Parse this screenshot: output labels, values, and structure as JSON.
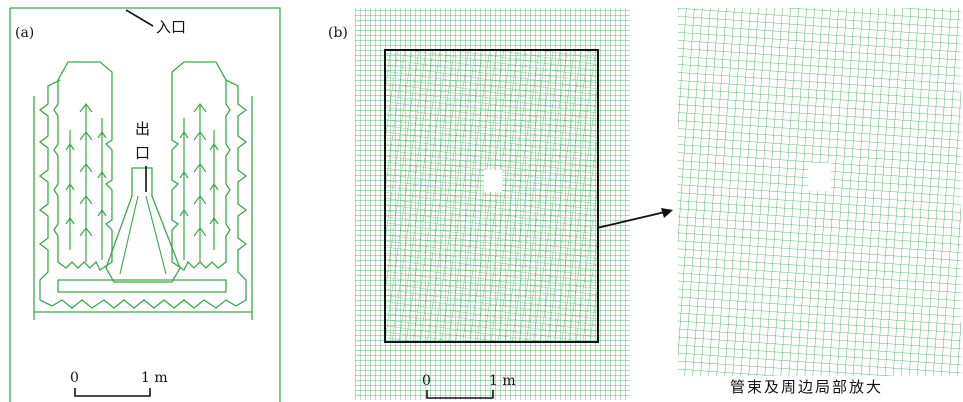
{
  "panel_a": {
    "label": "(a)",
    "inlet_label": "入口",
    "outlet_label": [
      "出",
      "口"
    ],
    "scale": {
      "start": "0",
      "end": "1 m"
    }
  },
  "panel_b": {
    "label": "(b)",
    "scale": {
      "start": "0",
      "end": "1 m"
    },
    "zoom_caption": "管束及周边局部放大"
  },
  "colors": {
    "mesh": "#2ea34a",
    "outline": "#3aa94a",
    "ink": "#111111"
  }
}
